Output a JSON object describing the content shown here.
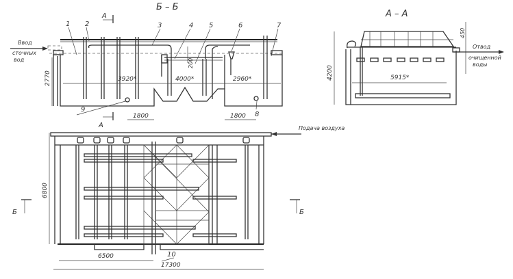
{
  "section_bb": {
    "title": "Б – Б",
    "inlet_label_1": "Ввод",
    "inlet_label_2": "сточных",
    "inlet_label_3": "вод",
    "callouts": [
      "1",
      "2",
      "3",
      "4",
      "5",
      "6",
      "7",
      "8",
      "9"
    ],
    "dims": {
      "height": "2770",
      "left_len": "3920*",
      "mid_len": "4000*",
      "right_len": "2960*",
      "pipe_depth": "200",
      "left_1800": "1800",
      "right_1800": "1800"
    },
    "cut_mark": "А"
  },
  "section_aa": {
    "title": "А – А",
    "outlet_label_1": "Отвод",
    "outlet_label_2": "очищенной",
    "outlet_label_3": "воды",
    "dims": {
      "height": "4200",
      "width": "5915*",
      "top": "450"
    }
  },
  "plan": {
    "air_label": "Подача воздуха",
    "callout_10": "10",
    "dims": {
      "width": "6800",
      "partial": "6500",
      "total": "17300"
    },
    "cut_mark": "Б"
  }
}
